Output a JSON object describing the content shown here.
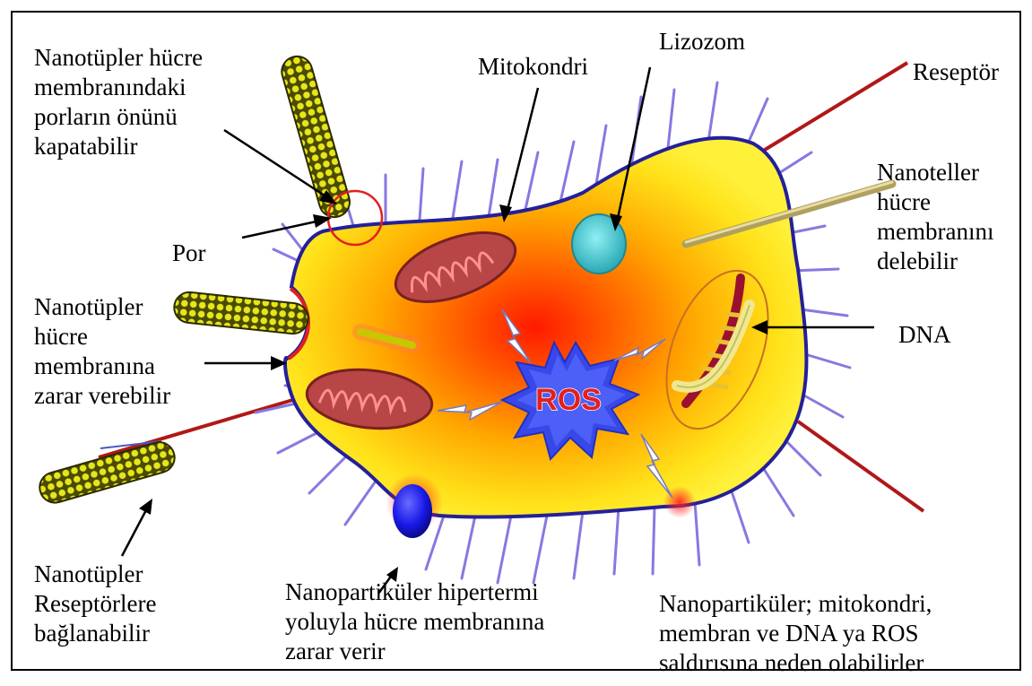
{
  "labels": {
    "nanotubes_block_pores": [
      "Nanotüpler hücre",
      "membranındaki",
      "porların önünü",
      "kapatabilir"
    ],
    "mitochondria": "Mitokondri",
    "lysosome": "Lizozom",
    "receptor": "Reseptör",
    "nanowires": [
      "Nanoteller",
      "hücre",
      "membranını",
      "delebilir"
    ],
    "pore": "Por",
    "nanotubes_damage_membrane": [
      "Nanotüpler",
      "hücre",
      "membranına",
      "zarar verebilir"
    ],
    "dna": "DNA",
    "ros": "ROS",
    "nanotubes_receptors": [
      "Nanotüpler",
      "Reseptörlere",
      "bağlanabilir"
    ],
    "nanoparticles_hyperthermia": [
      "Nanopartiküler hipertermi",
      "yoluyla hücre membranına",
      "zarar verir"
    ],
    "nanoparticles_ros": [
      "Nanopartiküler; mitokondri,",
      "membran ve DNA ya ROS",
      "saldırısına neden olabilirler"
    ]
  },
  "colors": {
    "cell_yellow": "#ffe21a",
    "cell_center_red": "#ff1a00",
    "membrane_blue": "#24209a",
    "spike_purple": "#8878e0",
    "nanotube_yellow": "#c8c800",
    "mitochondria_red": "#b84646",
    "lysosome_cyan": "#40c8d0",
    "nanoparticle_blue": "#1818e8",
    "ros_blue": "#3848e8",
    "ros_text_red": "#e02020",
    "receptor_red": "#b01818"
  }
}
